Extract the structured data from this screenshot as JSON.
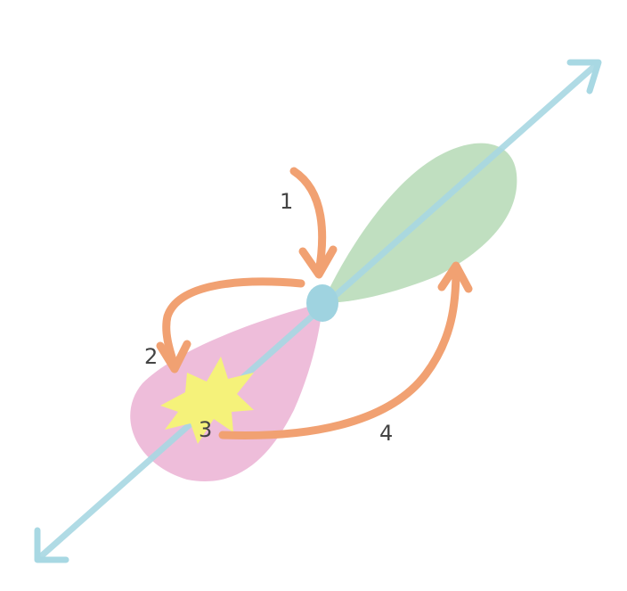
{
  "colors": {
    "axis": "#a8d8e3",
    "front_lobe": "#b9dcb9",
    "back_lobe": "#ecb6d6",
    "nucleus": "#9fd3e0",
    "arrow": "#f1a172",
    "burst": "#f5f27a",
    "label_text": "#444444"
  },
  "steps": [
    {
      "number": "1"
    },
    {
      "number": "2"
    },
    {
      "number": "3"
    },
    {
      "number": "4"
    }
  ]
}
